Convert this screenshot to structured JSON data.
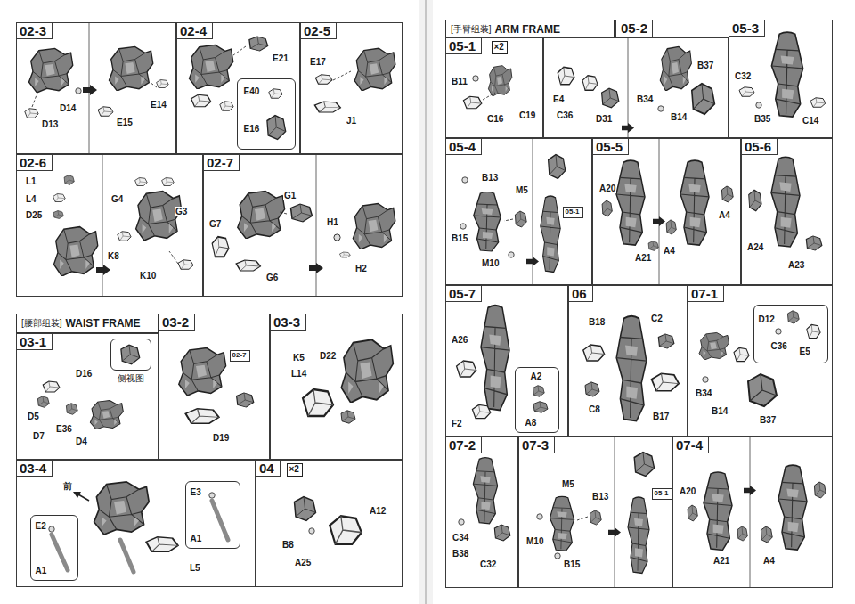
{
  "diagram": {
    "nodes": [
      {
        "text": [
          "02-3"
        ]
      },
      {
        "text": [
          "02-4"
        ]
      },
      {
        "text": [
          "E40",
          "E16"
        ],
        "in": 1
      },
      {
        "text": [
          "02-5"
        ]
      },
      {
        "text": [
          "02-6"
        ]
      },
      {
        "text": [
          "02-7"
        ]
      },
      {
        "text": [
          "[腰部组装]",
          "WAIST FRAME"
        ]
      },
      {
        "text": [
          "03-1"
        ]
      },
      {
        "text": [
          "侧视图"
        ],
        "in": 7
      },
      {
        "text": [
          "03-2"
        ]
      },
      {
        "text": [
          "02-7"
        ],
        "in": 9
      },
      {
        "text": [
          "03-3"
        ]
      },
      {
        "text": [
          "03-4"
        ]
      },
      {
        "text": [
          "E2",
          "A1"
        ],
        "in": 12
      },
      {
        "text": [
          "E3",
          "A1"
        ],
        "in": 12
      },
      {
        "text": [
          "04"
        ]
      },
      {
        "text": [
          "×2"
        ],
        "in": 15
      },
      {
        "text": [
          "[手臂组装]",
          "ARM FRAME"
        ]
      },
      {
        "text": [
          "05-1"
        ]
      },
      {
        "text": [
          "×2"
        ],
        "in": 18
      },
      {
        "text": [
          "05-2"
        ]
      },
      {
        "text": [
          "05-3"
        ]
      },
      {
        "text": [
          "05-4"
        ]
      },
      {
        "text": [
          "05-1"
        ],
        "in": 22
      },
      {
        "text": [
          "05-5"
        ]
      },
      {
        "text": [
          "05-6"
        ]
      },
      {
        "text": [
          "05-7"
        ]
      },
      {
        "text": [
          "A2",
          "A8"
        ],
        "in": 26
      },
      {
        "text": [
          "06"
        ]
      },
      {
        "text": [
          "07-1"
        ]
      },
      {
        "text": [
          "D12",
          "C36",
          "E5"
        ],
        "in": 29
      },
      {
        "text": [
          "07-2"
        ]
      },
      {
        "text": [
          "07-3"
        ]
      },
      {
        "text": [
          "05-1"
        ],
        "in": 32
      },
      {
        "text": [
          "07-4"
        ]
      }
    ],
    "labels": [
      "D14",
      "D13",
      "E15",
      "E14",
      "E21",
      "E17",
      "J1",
      "L1",
      "L4",
      "D25",
      "G4",
      "G3",
      "K8",
      "K10",
      "G1",
      "G7",
      "G6",
      "H1",
      "H2",
      "D16",
      "D5",
      "D7",
      "E36",
      "D4",
      "D19",
      "K5",
      "D22",
      "L14",
      "前",
      "L5",
      "A12",
      "B8",
      "A25",
      "B11",
      "C16",
      "C19",
      "E4",
      "C36",
      "D31",
      "B37",
      "B34",
      "B14",
      "C32",
      "B35",
      "C14",
      "B13",
      "M5",
      "B15",
      "M10",
      "A20",
      "A21",
      "A4",
      "A4",
      "A24",
      "A23",
      "A26",
      "F2",
      "B18",
      "C2",
      "C8",
      "B17",
      "B34",
      "B14",
      "B37",
      "C34",
      "B38",
      "C32",
      "M5",
      "B13",
      "M10",
      "B15",
      "A20",
      "A21",
      "A4"
    ]
  }
}
